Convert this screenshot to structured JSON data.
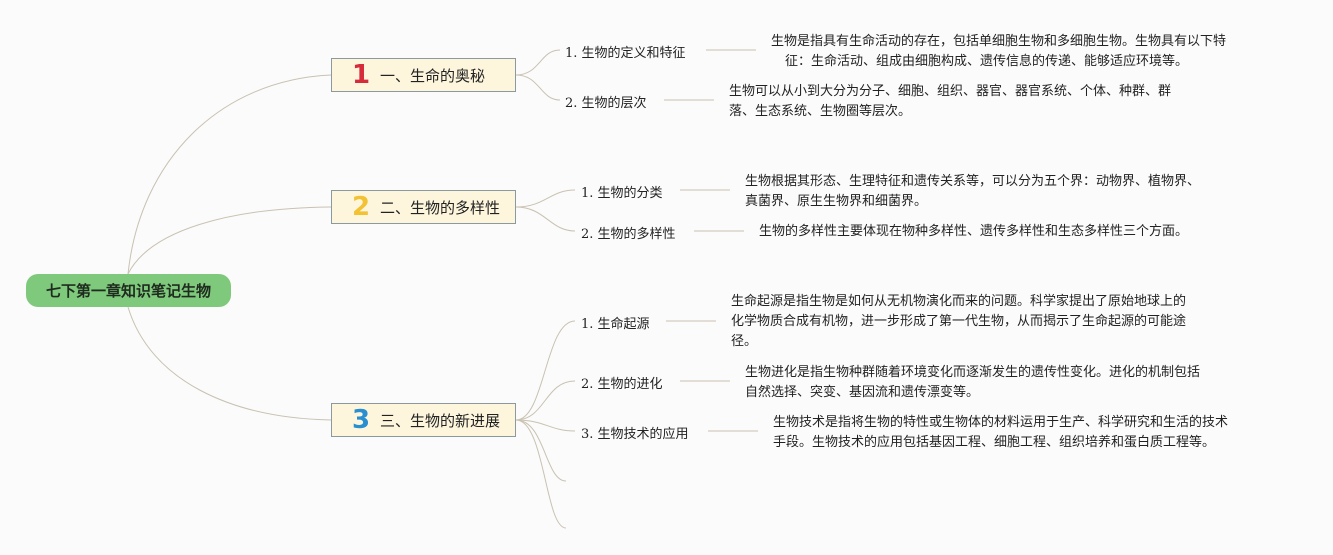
{
  "root": {
    "label": "七下第一章知识笔记生物"
  },
  "branches": [
    {
      "num": "1",
      "num_color": "#d62b3a",
      "label": "一、生命的奥秘"
    },
    {
      "num": "2",
      "num_color": "#f2c233",
      "label": "二、生物的多样性"
    },
    {
      "num": "3",
      "num_color": "#2a8fd0",
      "label": "三、生物的新进展"
    }
  ],
  "topics": [
    {
      "prefix": "1.",
      "label": "生物的定义和特征",
      "note": [
        "生物是指具有生命活动的存在，包括单细胞生物和多细胞生物。生物具有以下特",
        "征：生命活动、组成由细胞构成、遗传信息的传递、能够适应环境等。"
      ]
    },
    {
      "prefix": "2.",
      "label": "生物的层次",
      "note": [
        "生物可以从小到大分为分子、细胞、组织、器官、器官系统、个体、种群、群",
        "落、生态系统、生物圈等层次。"
      ]
    },
    {
      "prefix": "1.",
      "label": "生物的分类",
      "note": [
        "生物根据其形态、生理特征和遗传关系等，可以分为五个界：动物界、植物界、",
        "真菌界、原生生物界和细菌界。"
      ]
    },
    {
      "prefix": "2.",
      "label": "生物的多样性",
      "note": [
        "生物的多样性主要体现在物种多样性、遗传多样性和生态多样性三个方面。"
      ]
    },
    {
      "prefix": "1.",
      "label": "生命起源",
      "note": [
        "生命起源是指生物是如何从无机物演化而来的问题。科学家提出了原始地球上的",
        "化学物质合成有机物，进一步形成了第一代生物，从而揭示了生命起源的可能途",
        "径。"
      ]
    },
    {
      "prefix": "2.",
      "label": "生物的进化",
      "note": [
        "生物进化是指生物种群随着环境变化而逐渐发生的遗传性变化。进化的机制包括",
        "自然选择、突变、基因流和遗传漂变等。"
      ]
    },
    {
      "prefix": "3.",
      "label": "生物技术的应用",
      "note": [
        "生物技术是指将生物的特性或生物体的材料运用于生产、科学研究和生活的技术",
        "手段。生物技术的应用包括基因工程、细胞工程、组织培养和蛋白质工程等。"
      ]
    }
  ],
  "colors": {
    "root_bg": "#7fc97c",
    "branch_bg": "#fdf6dd",
    "branch_border": "#8a9aa0",
    "link": "#c9c2b2"
  }
}
